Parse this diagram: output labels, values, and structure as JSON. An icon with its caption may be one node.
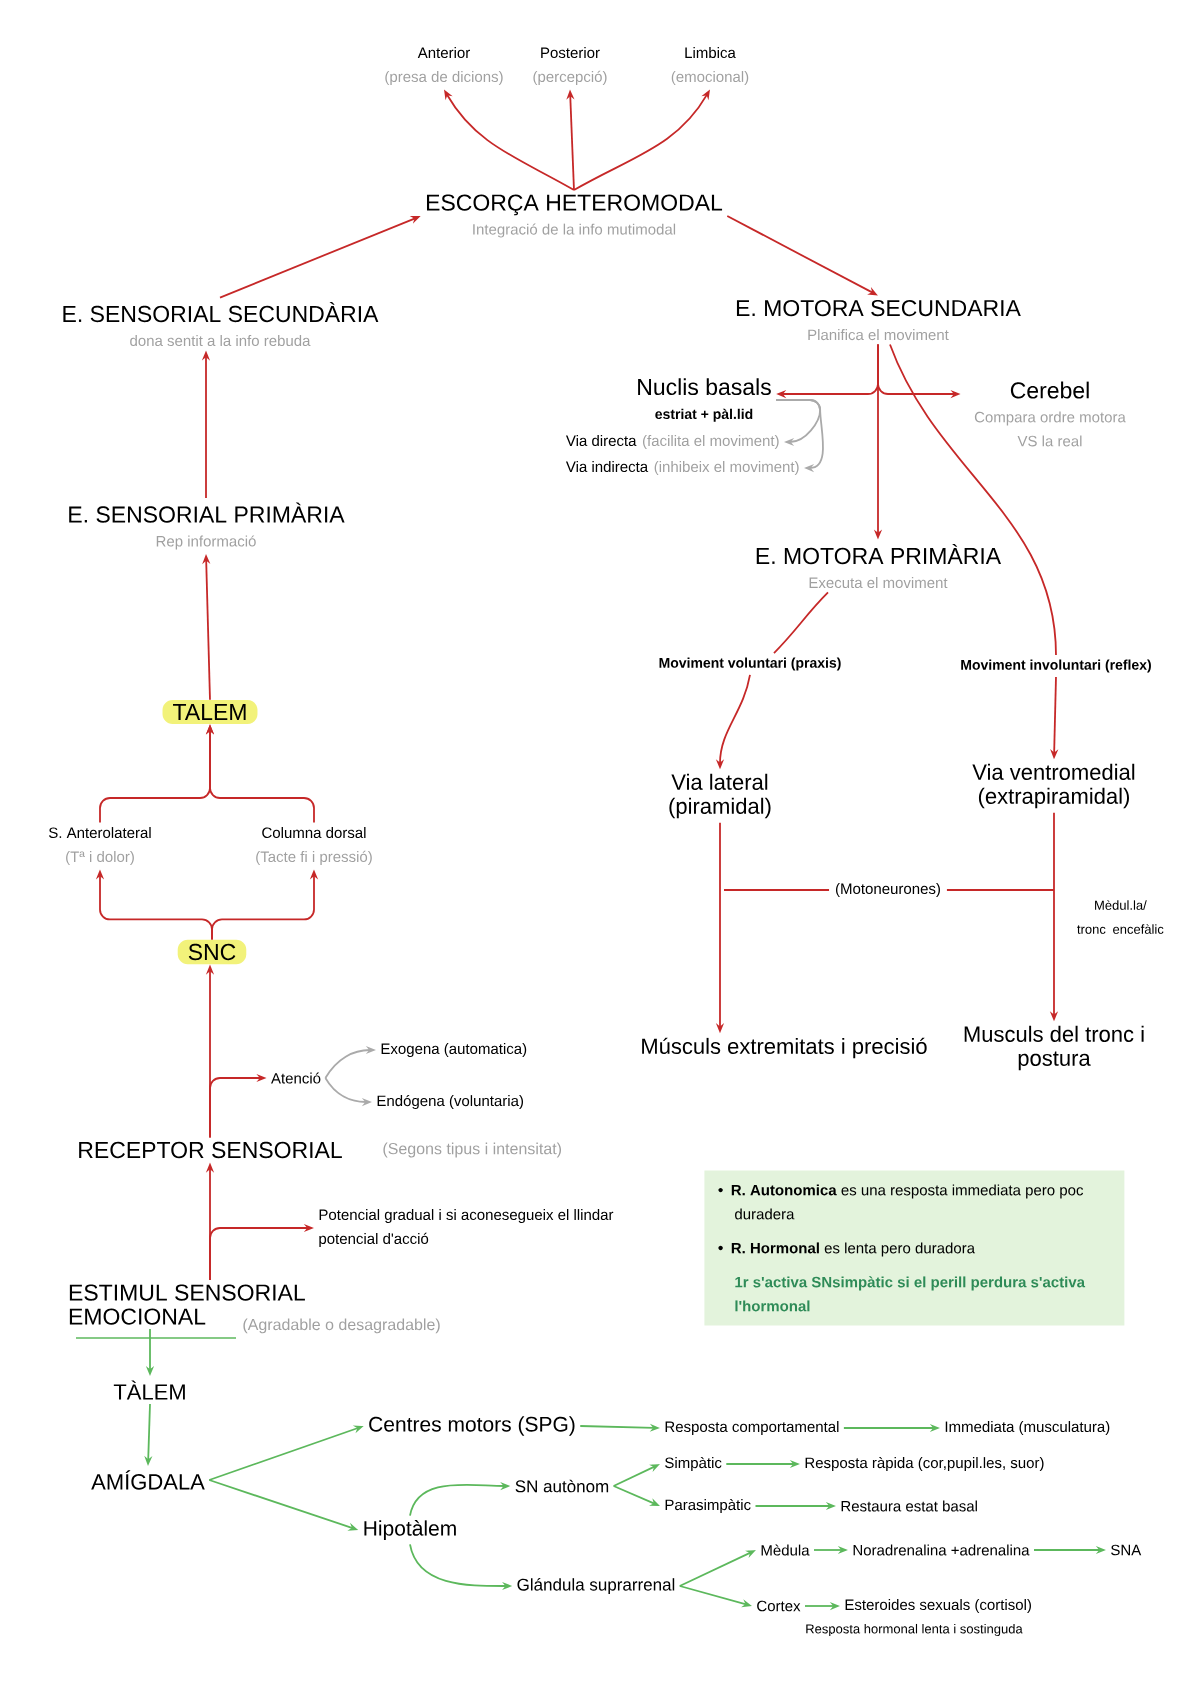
{
  "diagram": {
    "nodes": [
      {
        "text": [
          "Anterior",
          "(presa de dicions)"
        ]
      },
      {
        "text": [
          "Posterior",
          "(percepció)"
        ]
      },
      {
        "text": [
          "Limbica",
          "(emocional)"
        ]
      },
      {
        "text": [
          "ESCORÇA HETEROMODAL",
          "Integració de la info mutimodal"
        ]
      },
      {
        "text": [
          "E. SENSORIAL SECUNDÀRIA",
          "dona sentit a la info rebuda"
        ]
      },
      {
        "text": [
          "E. MOTORA SECUNDARIA",
          "Planifica el moviment"
        ]
      },
      {
        "text": [
          "Nuclis basals",
          "estriat + pàl.lid"
        ]
      },
      {
        "text": [
          "Cerebel",
          "Compara ordre motora VS la real"
        ]
      },
      {
        "text": [
          "Via directa",
          "(facilita el moviment)"
        ]
      },
      {
        "text": [
          "Via indirecta",
          "(inhibeix el moviment)"
        ]
      },
      {
        "text": [
          "E. MOTORA PRIMÀRIA",
          "Executa el moviment"
        ]
      },
      {
        "text": [
          "E. SENSORIAL PRIMÀRIA",
          "Rep informació"
        ]
      },
      {
        "text": [
          "TALEM"
        ]
      },
      {
        "text": [
          "S. Anterolateral",
          "(Tª i dolor)"
        ]
      },
      {
        "text": [
          "Columna dorsal",
          "(Tacte fi i pressió)"
        ]
      },
      {
        "text": [
          "SNC"
        ]
      },
      {
        "text": [
          "Moviment voluntari (praxis)"
        ]
      },
      {
        "text": [
          "Moviment involuntari (reflex)"
        ]
      },
      {
        "text": [
          "Via lateral (piramidal)"
        ]
      },
      {
        "text": [
          "Via ventromedial (extrapiramidal)"
        ]
      },
      {
        "text": [
          "Músculs extremitats i precisió"
        ]
      },
      {
        "text": [
          "Musculs del tronc i postura"
        ]
      },
      {
        "text": [
          "Atenció"
        ]
      },
      {
        "text": [
          "Exogena (automatica)"
        ]
      },
      {
        "text": [
          "Endógena (voluntaria)"
        ]
      },
      {
        "text": [
          "RECEPTOR SENSORIAL"
        ],
        "beside": [
          "(Segons tipus i intensitat)"
        ]
      },
      {
        "text": [
          "Potencial gradual i si aconesegueix el llindar potencial d'acció"
        ]
      },
      {
        "text": [
          "ESTIMUL SENSORIAL EMOCIONAL"
        ],
        "beside": [
          "(Agradable o desagradable)"
        ]
      },
      {
        "text": [
          "**R. Autonomica** es una resposta immediata pero poc duradera",
          "**R. Hormonal** es lenta pero duradora",
          "1r s'activa SNsimpàtic si el perill perdura s'activa l'hormonal"
        ]
      },
      {
        "text": [
          "TÀLEM"
        ]
      },
      {
        "text": [
          "AMÍGDALA"
        ]
      },
      {
        "text": [
          "Centres motors (SPG)"
        ]
      },
      {
        "text": [
          "Resposta comportamental"
        ]
      },
      {
        "text": [
          "Immediata (musculatura)"
        ]
      },
      {
        "text": [
          "Hipotàlem"
        ]
      },
      {
        "text": [
          "SN autònom"
        ]
      },
      {
        "text": [
          "Simpàtic"
        ]
      },
      {
        "text": [
          "Resposta ràpida (cor,pupil.les, suor)"
        ]
      },
      {
        "text": [
          "Parasimpàtic"
        ]
      },
      {
        "text": [
          "Restaura estat basal"
        ]
      },
      {
        "text": [
          "Glándula suprarrenal"
        ]
      },
      {
        "text": [
          "Mèdula"
        ]
      },
      {
        "text": [
          "Noradrenalina +adrenalina"
        ]
      },
      {
        "text": [
          "SNA"
        ]
      },
      {
        "text": [
          "Cortex"
        ]
      },
      {
        "text": [
          "Esteroides sexuals (cortisol)"
        ],
        "beside": [
          "Resposta hormonal lenta i sostinguda"
        ]
      }
    ],
    "edges": [
      {
        "from": 3,
        "to": 0,
        "arrow": "to"
      },
      {
        "from": 3,
        "to": 1,
        "arrow": "to"
      },
      {
        "from": 3,
        "to": 2,
        "arrow": "to"
      },
      {
        "from": 4,
        "to": 3,
        "arrow": "to"
      },
      {
        "from": 3,
        "to": 5,
        "arrow": "to"
      },
      {
        "from": 11,
        "to": 4,
        "arrow": "to"
      },
      {
        "from": 12,
        "to": 11,
        "arrow": "to"
      },
      {
        "from": 13,
        "to": 12,
        "arrow": "to"
      },
      {
        "from": 14,
        "to": 12,
        "arrow": "to"
      },
      {
        "from": 15,
        "to": 13,
        "arrow": "to"
      },
      {
        "from": 15,
        "to": 14,
        "arrow": "to"
      },
      {
        "from": 25,
        "to": 15,
        "arrow": "to"
      },
      {
        "from": 25,
        "to": 22,
        "arrow": "to"
      },
      {
        "from": 22,
        "to": 23,
        "arrow": "to",
        "color": "#aaaaaa"
      },
      {
        "from": 22,
        "to": 24,
        "arrow": "to",
        "color": "#aaaaaa"
      },
      {
        "from": 27,
        "to": 25,
        "arrow": "to"
      },
      {
        "from": 27,
        "to": 26,
        "arrow": "to"
      },
      {
        "from": 5,
        "to": 6,
        "arrow": "to"
      },
      {
        "from": 5,
        "to": 7,
        "arrow": "to"
      },
      {
        "from": 5,
        "to": 10,
        "arrow": "to"
      },
      {
        "from": 6,
        "to": 8,
        "arrow": "to",
        "color": "#aaaaaa"
      },
      {
        "from": 6,
        "to": 9,
        "arrow": "to",
        "color": "#aaaaaa"
      },
      {
        "from": 5,
        "to": 17,
        "arrow": "none"
      },
      {
        "from": 10,
        "to": 16,
        "arrow": "none"
      },
      {
        "from": 16,
        "to": 18,
        "arrow": "to"
      },
      {
        "from": 17,
        "to": 19,
        "arrow": "to"
      },
      {
        "from": 18,
        "to": 20,
        "arrow": "to"
      },
      {
        "from": 19,
        "to": 21,
        "arrow": "to",
        "label": "Mèdul.la/ tronc encefàlic"
      },
      {
        "from": 27,
        "to": 29,
        "arrow": "to",
        "color": "#5cb85c"
      },
      {
        "from": 29,
        "to": 30,
        "arrow": "to",
        "color": "#5cb85c"
      },
      {
        "from": 30,
        "to": 31,
        "arrow": "to",
        "color": "#5cb85c"
      },
      {
        "from": 30,
        "to": 34,
        "arrow": "to",
        "color": "#5cb85c"
      },
      {
        "from": 31,
        "to": 32,
        "arrow": "to",
        "color": "#5cb85c"
      },
      {
        "from": 32,
        "to": 33,
        "arrow": "to",
        "color": "#5cb85c"
      },
      {
        "from": 34,
        "to": 35,
        "arrow": "to",
        "color": "#5cb85c"
      },
      {
        "from": 34,
        "to": 40,
        "arrow": "to",
        "color": "#5cb85c"
      },
      {
        "from": 35,
        "to": 36,
        "arrow": "to",
        "color": "#5cb85c"
      },
      {
        "from": 35,
        "to": 38,
        "arrow": "to",
        "color": "#5cb85c"
      },
      {
        "from": 36,
        "to": 37,
        "arrow": "to",
        "color": "#5cb85c"
      },
      {
        "from": 38,
        "to": 39,
        "arrow": "to",
        "color": "#5cb85c"
      },
      {
        "from": 40,
        "to": 41,
        "arrow": "to",
        "color": "#5cb85c"
      },
      {
        "from": 40,
        "to": 44,
        "arrow": "to",
        "color": "#5cb85c"
      },
      {
        "from": 41,
        "to": 42,
        "arrow": "to",
        "color": "#5cb85c"
      },
      {
        "from": 42,
        "to": 43,
        "arrow": "to",
        "color": "#5cb85c"
      },
      {
        "from": 44,
        "to": 45,
        "arrow": "to",
        "color": "#5cb85c"
      }
    ],
    "labels": [
      "(Motoneurones)"
    ]
  }
}
